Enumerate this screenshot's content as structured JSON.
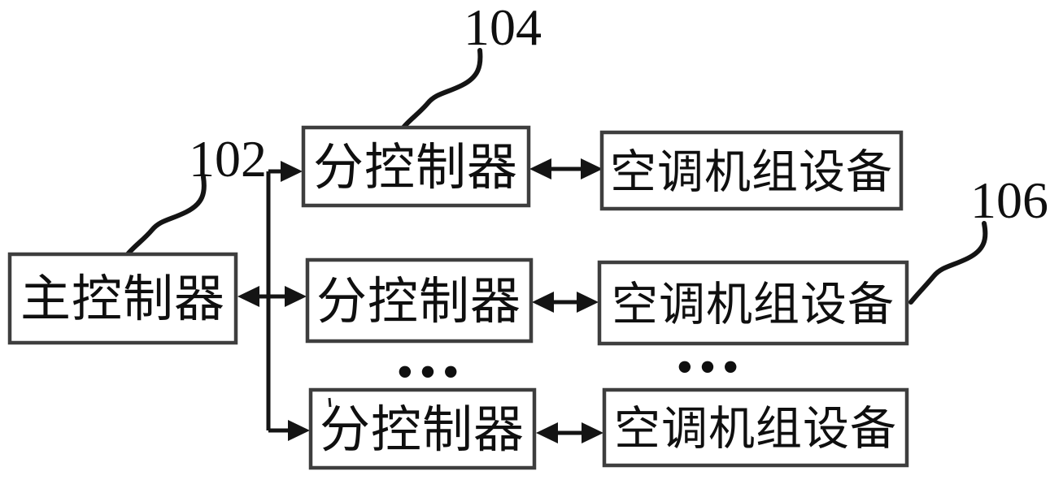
{
  "figure": {
    "type": "patent-block-diagram",
    "background_color": "#ffffff",
    "line_color": "#141414",
    "box_border_color": "#3e3e3e",
    "text_color": "#0f0f0f",
    "ref_labels": {
      "main_controller": "102",
      "sub_controller": "104",
      "ac_unit": "106"
    },
    "boxes": {
      "main_controller": {
        "label": "主控制器"
      },
      "sub_controller_1": {
        "label": "分控制器"
      },
      "sub_controller_2": {
        "label": "分控制器"
      },
      "sub_controller_3": {
        "label": "分控制器"
      },
      "ac_unit_1": {
        "label": "空调机组设备"
      },
      "ac_unit_2": {
        "label": "空调机组设备"
      },
      "ac_unit_3": {
        "label": "空调机组设备"
      }
    },
    "ellipsis": {
      "left": "•••",
      "right": "•••"
    }
  }
}
